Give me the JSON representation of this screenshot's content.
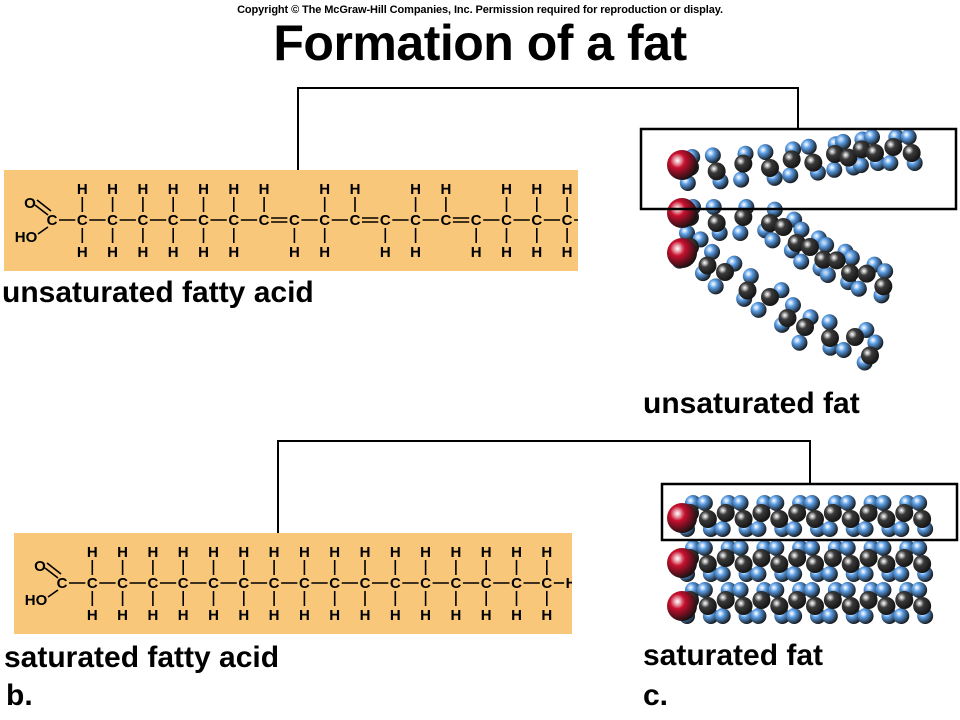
{
  "header": {
    "copyright": "Copyright © The McGraw-Hill Companies, Inc. Permission required for reproduction or display.",
    "title": "Formation of a fat"
  },
  "formula_atoms": {
    "carbon": "C",
    "hydrogen": "H",
    "oxygen": "O",
    "hydroxyl": "HO"
  },
  "unsaturated": {
    "acid_label": "unsaturated fatty acid",
    "fat_label": "unsaturated fat",
    "chain_carbons": 18,
    "double_bonds_after_carbon": [
      7,
      10,
      13
    ]
  },
  "saturated": {
    "acid_label": "saturated fatty acid",
    "fat_label": "saturated fat",
    "chain_carbons": 16,
    "double_bonds_after_carbon": []
  },
  "panel_letters": {
    "b": "b.",
    "c": "c."
  },
  "colors": {
    "panel": "#f8c779",
    "hydrogen_atom": "#5b9ee6",
    "carbon_atom": "#3a3a3a",
    "oxygen_atom": "#c8102e"
  }
}
